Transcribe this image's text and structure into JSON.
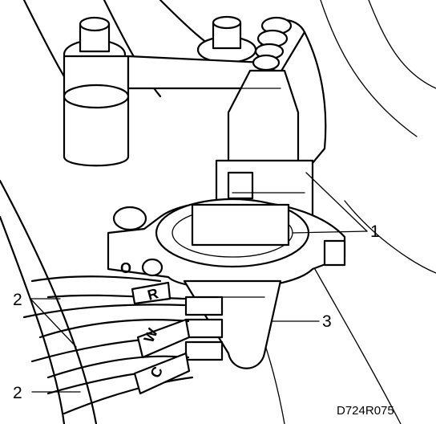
{
  "callouts": {
    "part_1": "1",
    "part_2_upper": "2",
    "part_2_lower": "2",
    "part_3": "3"
  },
  "wire_marks": {
    "r": "R",
    "w": "W",
    "c": "C",
    "o": "O"
  },
  "drawing_reference": "D724R075"
}
